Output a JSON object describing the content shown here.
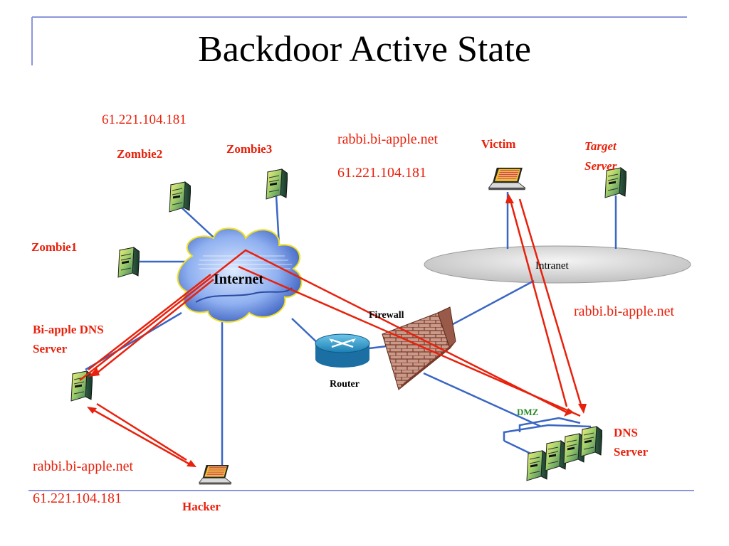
{
  "title": "Backdoor Active State",
  "colors": {
    "link": "#3a66c4",
    "attack": "#e8210c",
    "label": "#e8210c",
    "dmz": "#2a8a2a"
  },
  "labels": {
    "ip_top": "61.221.104.181",
    "zombie1": "Zombie1",
    "zombie2": "Zombie2",
    "zombie3": "Zombie3",
    "internet": "Internet",
    "bi_dns_line1": "Bi-apple DNS",
    "bi_dns_line2": "Server",
    "router": "Router",
    "firewall": "Firewall",
    "dmz": "DMZ",
    "intranet": "Intranet",
    "victim": "Victim",
    "target_line1": "Target",
    "target_line2": "Server",
    "dns_line1": "DNS",
    "dns_line2": "Server",
    "hacker": "Hacker",
    "domain_top": "rabbi.bi-apple.net",
    "ip_mid": "61.221.104.181",
    "domain_right": "rabbi.bi-apple.net",
    "domain_bottom": "rabbi.bi-apple.net",
    "ip_bottom": "61.221.104.181"
  },
  "icons": [
    "server-icon",
    "laptop-icon",
    "cloud-icon",
    "router-icon",
    "firewall-icon"
  ]
}
